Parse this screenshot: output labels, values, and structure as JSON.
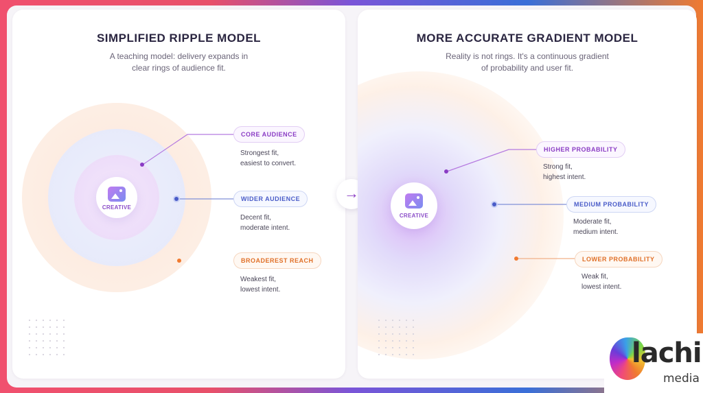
{
  "left": {
    "title": "SIMPLIFIED RIPPLE MODEL",
    "subtitle": [
      "A teaching model: delivery expands in",
      "clear rings of audience fit."
    ],
    "creative_label": "CREATIVE",
    "tiers": [
      {
        "label": "CORE AUDIENCE",
        "desc": [
          "Strongest fit,",
          "easiest to convert."
        ],
        "color": "#8a3cc4"
      },
      {
        "label": "WIDER AUDIENCE",
        "desc": [
          "Decent fit,",
          "moderate intent."
        ],
        "color": "#4a5cc8"
      },
      {
        "label": "BROADEREST REACH",
        "desc": [
          "Weakest fit,",
          "lowest intent."
        ],
        "color": "#e07028"
      }
    ]
  },
  "arrow_icon": "arrow-right-icon",
  "right": {
    "title": "MORE ACCURATE GRADIENT MODEL",
    "subtitle": [
      "Reality is not rings. It's a continuous gradient",
      "of probability and user fit."
    ],
    "creative_label": "CREATIVE",
    "tiers": [
      {
        "label": "HIGHER PROBABILITY",
        "desc": [
          "Strong fit,",
          "highest intent."
        ],
        "color": "#8a3cc4"
      },
      {
        "label": "MEDIUM PROBABILITY",
        "desc": [
          "Moderate fit,",
          "medium intent."
        ],
        "color": "#4a5cc8"
      },
      {
        "label": "LOWER PROBABILITY",
        "desc": [
          "Weak fit,",
          "lowest intent."
        ],
        "color": "#e07028"
      }
    ]
  },
  "logo": {
    "name": "lachi",
    "sub": "media"
  }
}
